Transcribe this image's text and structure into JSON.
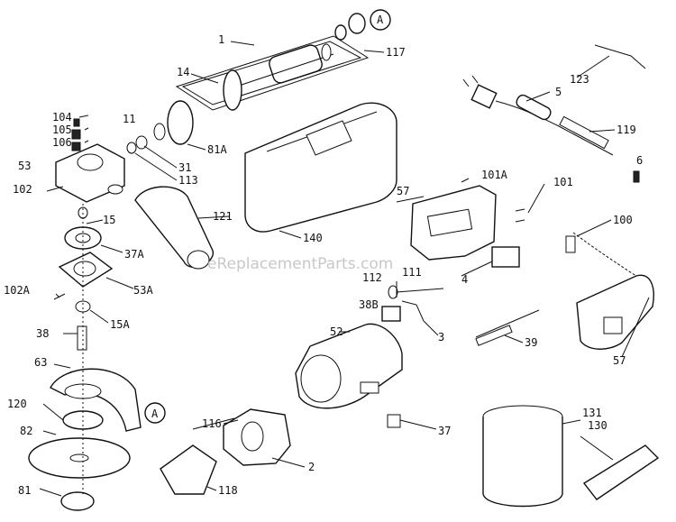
{
  "watermark": "eReplacementParts.com",
  "callout_circle_letter": "A",
  "labels": {
    "p1": "1",
    "p117": "117",
    "pA_top": "A",
    "p14": "14",
    "p123": "123",
    "p5": "5",
    "p11": "11",
    "p81A": "81A",
    "p31": "31",
    "p113": "113",
    "p119": "119",
    "p6": "6",
    "p104": "104",
    "p105": "105",
    "p106": "106",
    "p53": "53",
    "p102": "102",
    "p101A": "101A",
    "p101": "101",
    "p57a": "57",
    "p15": "15",
    "p121": "121",
    "p140": "140",
    "p100": "100",
    "p37A": "37A",
    "p102A": "102A",
    "p53A": "53A",
    "p112": "112",
    "p111": "111",
    "p4": "4",
    "p15A": "15A",
    "p38": "38",
    "p38B": "38B",
    "p3": "3",
    "p52": "52",
    "p39": "39",
    "p57b": "57",
    "p63": "63",
    "p120": "120",
    "p82": "82",
    "pA_bottom": "A",
    "p116": "116",
    "p37": "37",
    "p131": "131",
    "p130": "130",
    "p2": "2",
    "p81": "81",
    "p118": "118"
  }
}
